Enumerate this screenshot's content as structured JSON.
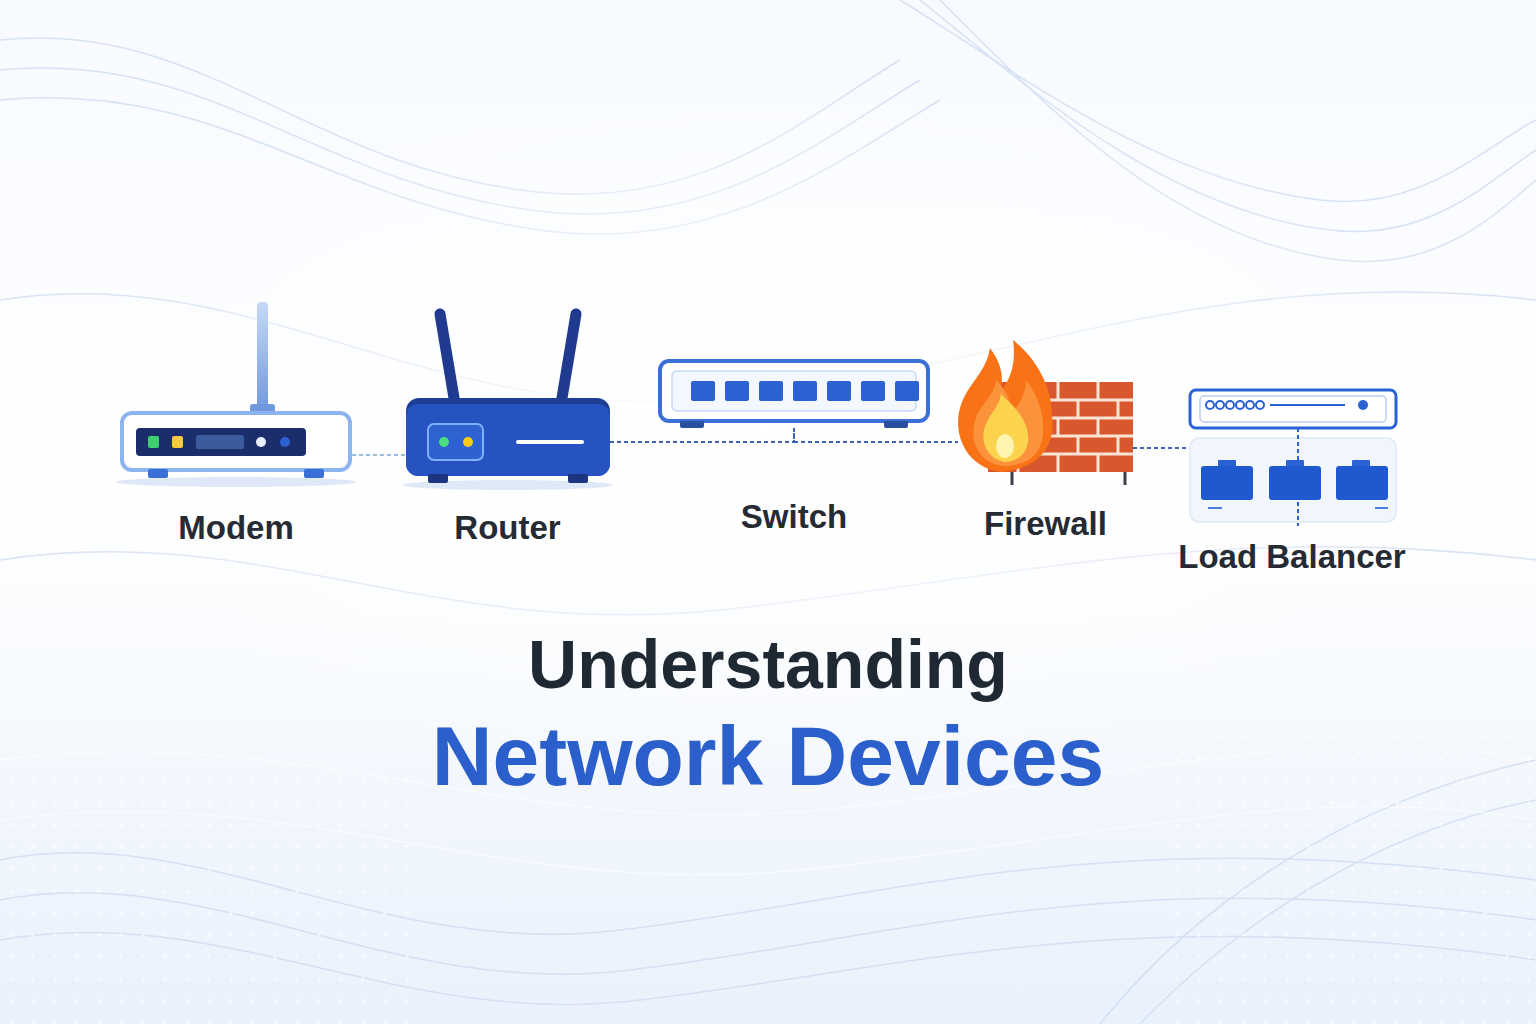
{
  "diagram": {
    "title": "Understanding Network Devices",
    "nodes": [
      {
        "text": [
          "Modem"
        ]
      },
      {
        "text": [
          "Router"
        ]
      },
      {
        "text": [
          "Switch"
        ]
      },
      {
        "text": [
          "Firewall"
        ]
      },
      {
        "text": [
          "Load Balancer"
        ]
      }
    ],
    "edges": [
      {
        "from": 0,
        "to": 1,
        "arrow": "none"
      },
      {
        "from": 1,
        "to": 2,
        "arrow": "none"
      },
      {
        "from": 2,
        "to": 3,
        "arrow": "none"
      },
      {
        "from": 3,
        "to": 4,
        "arrow": "none"
      }
    ]
  }
}
